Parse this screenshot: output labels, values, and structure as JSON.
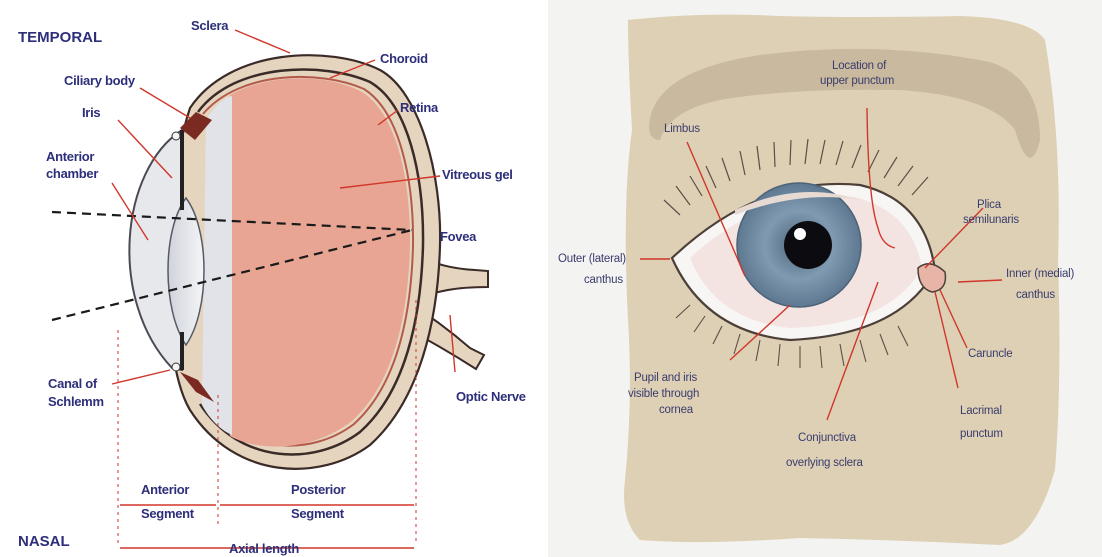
{
  "left_panel": {
    "orientation": {
      "top": "TEMPORAL",
      "bottom": "NASAL"
    },
    "labels": {
      "sclera": "Sclera",
      "choroid": "Choroid",
      "ciliary_body": "Ciliary body",
      "iris": "Iris",
      "retina": "Retina",
      "anterior_chamber_1": "Anterior",
      "anterior_chamber_2": "chamber",
      "vitreous_gel": "Vitreous gel",
      "fovea": "Fovea",
      "canal_1": "Canal of",
      "canal_2": "Schlemm",
      "optic_nerve": "Optic Nerve",
      "anterior_segment_1": "Anterior",
      "anterior_segment_2": "Segment",
      "posterior_segment_1": "Posterior",
      "posterior_segment_2": "Segment",
      "axial_length": "Axial length"
    }
  },
  "right_panel": {
    "labels": {
      "location_1": "Location of",
      "location_2": "upper punctum",
      "limbus": "Limbus",
      "plica_1": "Plica",
      "plica_2": "semilunaris",
      "outer_1": "Outer (lateral)",
      "outer_2": "canthus",
      "inner_1": "Inner (medial)",
      "inner_2": "canthus",
      "caruncle": "Caruncle",
      "pupil_1": "Pupil and iris",
      "pupil_2": "visible through",
      "pupil_3": "cornea",
      "lacrimal_1": "Lacrimal",
      "lacrimal_2": "punctum",
      "conj_1": "Conjunctiva",
      "conj_2": "overlying sclera"
    }
  },
  "colors": {
    "label_text": "#2d2f7a",
    "leader_line": "#d1362b",
    "vitreous": "#e8a594",
    "sclera_wall": "#e5d5bf",
    "skin": "#ded0b5",
    "iris_blue": "#7b96ad"
  }
}
